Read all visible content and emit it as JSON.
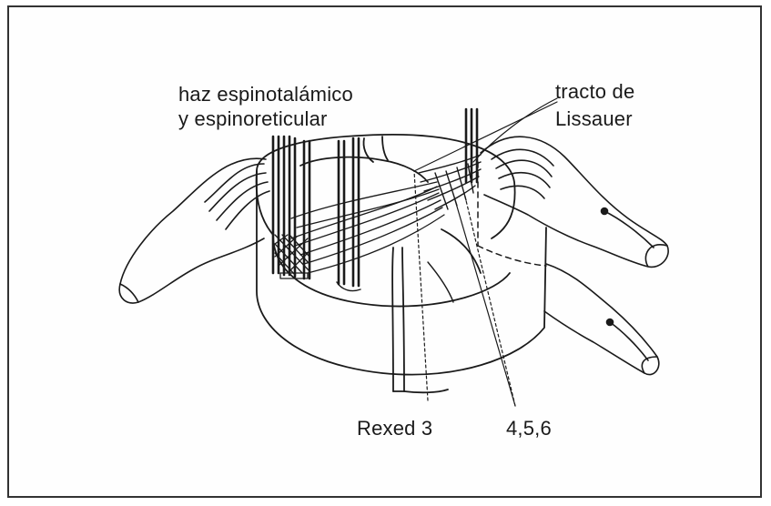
{
  "labels": {
    "tract_spino_line1": "haz espinotalámico",
    "tract_spino_line2": "y espinoreticular",
    "lissauer_line1": "tracto de",
    "lissauer_line2": "Lissauer",
    "rexed_3": "Rexed  3",
    "rexed_456": "4,5,6"
  },
  "colors": {
    "line": "#1a1a1a",
    "background": "#ffffff",
    "border": "#333333"
  }
}
